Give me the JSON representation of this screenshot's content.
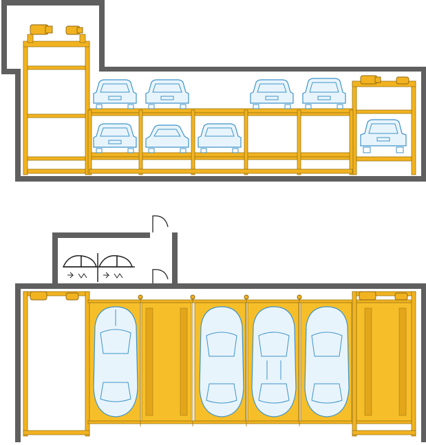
{
  "diagram": {
    "upper_view": {
      "levels": 2,
      "top_row_cars": 4,
      "bottom_row_cars": 4,
      "lift_cars": 1
    },
    "lower_view": {
      "parking_bays": 5,
      "cars_shown": 4,
      "empty_bays": 1
    },
    "colors": {
      "steel": "#f2b321",
      "car_outline": "#3d93c9",
      "wall": "#5f5f5f"
    },
    "icons": [
      "motor-icon",
      "door-icon",
      "fan-icon"
    ]
  }
}
